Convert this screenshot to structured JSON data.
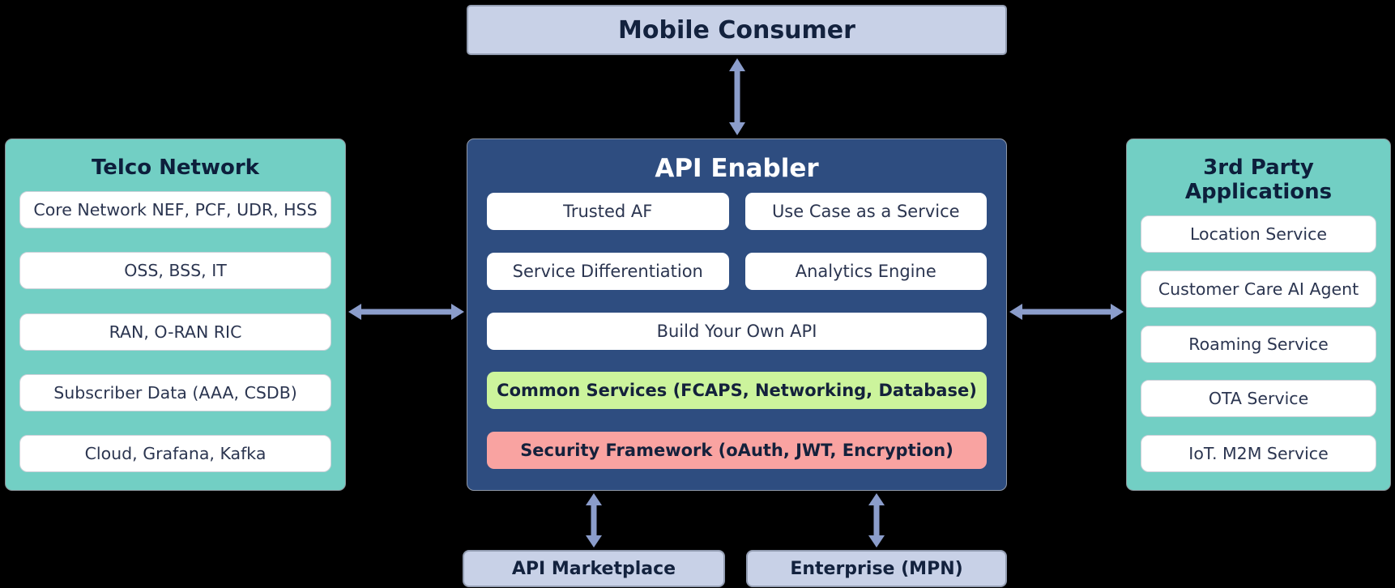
{
  "mobile_consumer": {
    "label": "Mobile Consumer"
  },
  "telco_network": {
    "title": "Telco Network",
    "items": [
      "Core Network NEF, PCF, UDR, HSS",
      "OSS, BSS, IT",
      "RAN, O-RAN RIC",
      "Subscriber Data (AAA, CSDB)",
      "Cloud, Grafana, Kafka"
    ]
  },
  "api_enabler": {
    "title": "API Enabler",
    "row1": [
      "Trusted AF",
      "Use Case as a Service"
    ],
    "row2": [
      "Service Differentiation",
      "Analytics Engine"
    ],
    "row3": "Build Your Own API",
    "common_services": "Common Services (FCAPS, Networking, Database)",
    "security_framework": "Security Framework (oAuth, JWT, Encryption)"
  },
  "third_party_applications": {
    "title": "3rd Party Applications",
    "items": [
      "Location Service",
      "Customer Care AI Agent",
      "Roaming Service",
      "OTA Service",
      "IoT. M2M Service"
    ]
  },
  "bottom": {
    "api_marketplace": "API Marketplace",
    "enterprise": "Enterprise (MPN)"
  },
  "colors": {
    "teal_panel": "#72cfc4",
    "navy_panel": "#2e4d80",
    "lavender_box": "#c8d1e7",
    "green_box": "#ccf49c",
    "pink_box": "#f9a3a1",
    "arrow": "#8b9dcb",
    "white_box": "#ffffff"
  }
}
